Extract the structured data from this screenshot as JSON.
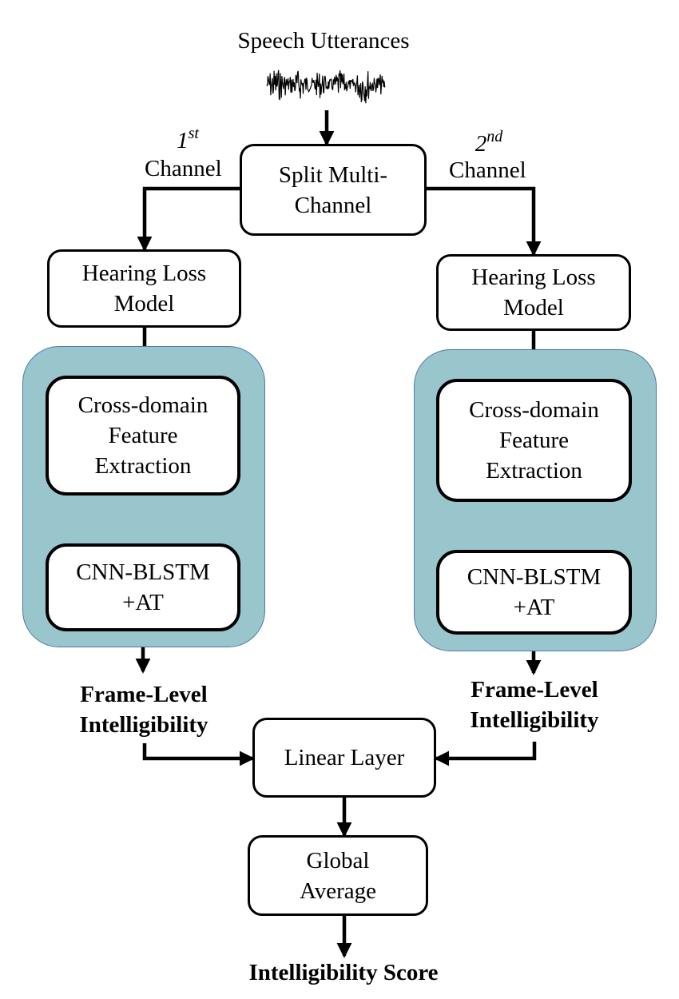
{
  "diagram": {
    "input": {
      "label": "Speech Utterances"
    },
    "channels": [
      {
        "ordinal_base": "1",
        "ordinal_suffix": "st",
        "label": "Channel"
      },
      {
        "ordinal_base": "2",
        "ordinal_suffix": "nd",
        "label": "Channel"
      }
    ],
    "nodes": {
      "split": "Split Multi-\nChannel",
      "hearing_loss_left": "Hearing Loss\nModel",
      "hearing_loss_right": "Hearing Loss\nModel",
      "feature_left": "Cross-domain\nFeature\nExtraction",
      "feature_right": "Cross-domain\nFeature\nExtraction",
      "cnn_left": "CNN-BLSTM\n+AT",
      "cnn_right": "CNN-BLSTM\n+AT",
      "linear": "Linear Layer",
      "global_avg": "Global\nAverage"
    },
    "outputs": {
      "frame_level_left": "Frame-Level\nIntelligibility",
      "frame_level_right": "Frame-Level\nIntelligibility",
      "final": "Intelligibility Score"
    },
    "colors": {
      "panel_fill": "#99c5cc",
      "panel_border": "#4f76aa",
      "stroke": "#000000"
    }
  }
}
